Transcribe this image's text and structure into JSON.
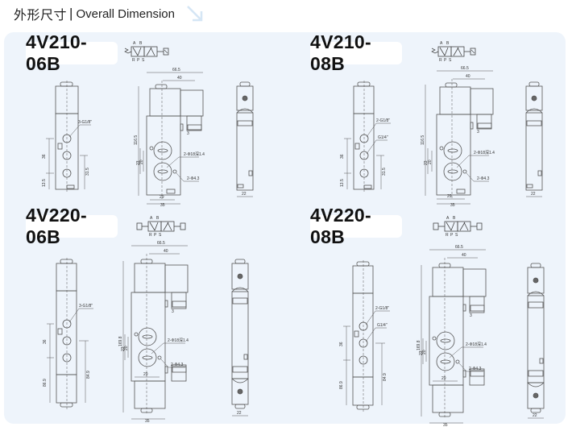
{
  "header": {
    "title_cn": "外形尺寸",
    "separator": "|",
    "title_en": "Overall Dimension",
    "arrow_icon": "diagonal-arrow-down-right-icon"
  },
  "colors": {
    "panel_bg": "#eef4fb",
    "title_box_bg": "#ffffff",
    "line": "#555555",
    "arrow_icon": "#d5e6f5"
  },
  "models": [
    {
      "name": "4V210-06B",
      "type": "single-solenoid",
      "symbol_ports": {
        "top": [
          "A",
          "B"
        ],
        "bottom": [
          "R",
          "P",
          "S"
        ]
      },
      "side_view": {
        "port_label": "3-G1/8\"",
        "dims": [
          "36",
          "31.5",
          "13.5"
        ]
      },
      "front_view": {
        "dims": [
          "66.5",
          "40",
          "116.5",
          "3",
          "23",
          "20",
          "2-Φ18深1.4",
          "2-Φ4.3",
          "29",
          "35"
        ]
      },
      "end_view": {
        "dims": [
          "22"
        ]
      }
    },
    {
      "name": "4V210-08B",
      "type": "single-solenoid",
      "symbol_ports": {
        "top": [
          "A",
          "B"
        ],
        "bottom": [
          "R",
          "P",
          "S"
        ]
      },
      "side_view": {
        "port_labels": [
          "2-G1/8\"",
          "G1/4\""
        ],
        "dims": [
          "36",
          "31.5",
          "13.5"
        ]
      },
      "front_view": {
        "dims": [
          "66.5",
          "40",
          "116.5",
          "3",
          "23",
          "20",
          "2-Φ18深1.4",
          "2-Φ4.3",
          "29",
          "35"
        ]
      },
      "end_view": {
        "dims": [
          "22"
        ]
      }
    },
    {
      "name": "4V220-06B",
      "type": "double-solenoid",
      "symbol_ports": {
        "top": [
          "A",
          "B"
        ],
        "bottom": [
          "R",
          "P",
          "S"
        ]
      },
      "side_view": {
        "port_label": "3-G1/8\"",
        "dims": [
          "36",
          "86.9",
          "84.9"
        ]
      },
      "front_view": {
        "dims": [
          "66.5",
          "40",
          "169.8",
          "3",
          "23",
          "20",
          "2-Φ18深1.4",
          "2-Φ4.3",
          "29",
          "35"
        ]
      },
      "end_view": {
        "dims": [
          "22"
        ]
      }
    },
    {
      "name": "4V220-08B",
      "type": "double-solenoid",
      "symbol_ports": {
        "top": [
          "A",
          "B"
        ],
        "bottom": [
          "R",
          "P",
          "S"
        ]
      },
      "side_view": {
        "port_labels": [
          "2-G1/8\"",
          "G1/4\""
        ],
        "dims": [
          "36",
          "86.9",
          "84.9"
        ]
      },
      "front_view": {
        "dims": [
          "66.5",
          "40",
          "169.8",
          "3",
          "23",
          "20",
          "2-Φ18深1.4",
          "2-Φ4.3",
          "29",
          "35"
        ]
      },
      "end_view": {
        "dims": [
          "22"
        ]
      }
    }
  ]
}
